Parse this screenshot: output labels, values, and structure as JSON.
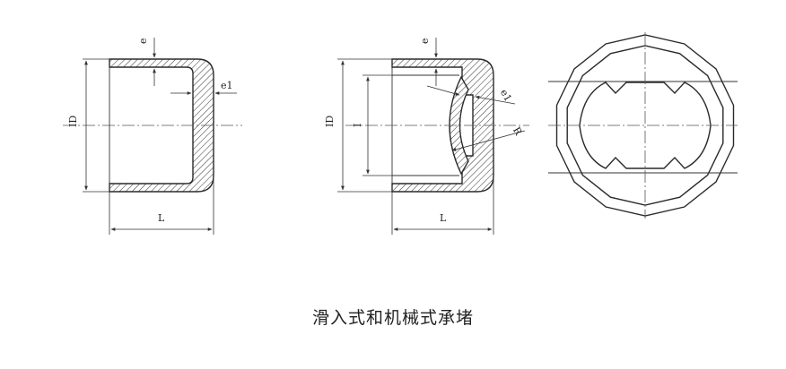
{
  "caption": "滑入式和机械式承堵",
  "slip_on_cap": {
    "label_thickness": "e",
    "label_thickness_side": "e1",
    "label_diameter": "ID",
    "label_length": "L"
  },
  "mechanical_cap": {
    "label_thickness": "e",
    "label_thickness_side": "e1",
    "label_diameter": "ID",
    "label_inner": "I",
    "label_radius": "R",
    "label_length": "L"
  }
}
